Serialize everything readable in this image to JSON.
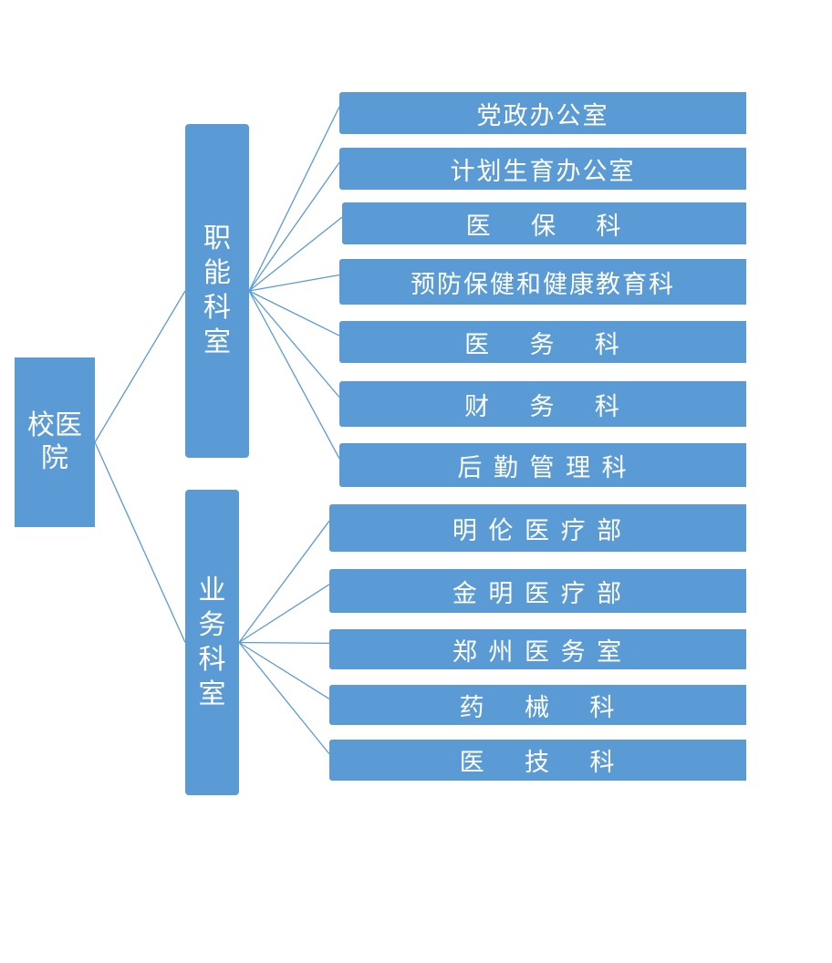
{
  "root": {
    "label": "校医院"
  },
  "groups": [
    {
      "label": [
        "职",
        "能",
        "科",
        "室"
      ],
      "items": [
        "党政办公室",
        "计划生育办公室",
        "医    保    科",
        "预防保健和健康教育科",
        "医    务    科",
        "财    务    科",
        "后 勤 管 理 科"
      ]
    },
    {
      "label": [
        "业",
        "务",
        "科",
        "室"
      ],
      "items": [
        "明 伦 医 疗 部",
        "金 明 医 疗 部",
        "郑 州 医 务 室",
        "药    械    科",
        "医    技    科"
      ]
    }
  ],
  "colors": {
    "box_fill": "#5b9bd5",
    "connector": "#5b9bd5",
    "text": "#ffffff"
  }
}
